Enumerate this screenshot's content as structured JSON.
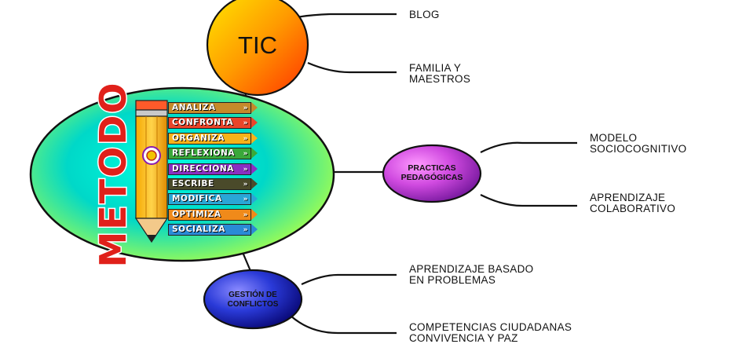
{
  "nodes": {
    "tic": "TIC",
    "practicas": [
      "PRACTICAS",
      "PEDAGÓGICAS"
    ],
    "gestion": [
      "GESTIÓN DE",
      "CONFLICTOS"
    ]
  },
  "labels": {
    "blog": "BLOG",
    "familia": [
      "FAMILIA Y",
      "MAESTROS"
    ],
    "modelo": [
      "MODELO",
      "SOCIOCOGNITIVO"
    ],
    "colaborativo": [
      "APRENDIZAJE",
      "COLABORATIVO"
    ],
    "problemas": [
      "APRENDIZAJE BASADO",
      "EN PROBLEMAS"
    ],
    "competencias": [
      "COMPETENCIAS CIUDADANAS",
      "CONVIVENCIA Y PAZ"
    ]
  },
  "central": {
    "vertical_title": "METODO",
    "steps": [
      "ANALIZA",
      "CONFRONTA",
      "ORGANIZA",
      "REFLEXIONA",
      "DIRECCIONA",
      "ESCRIBE",
      "MODIFICA",
      "OPTIMIZA",
      "SOCIALIZA"
    ],
    "step_colors": [
      "#c58a2a",
      "#e8452a",
      "#f7b21a",
      "#3aa83a",
      "#8a2fc2",
      "#4a4a2a",
      "#2aa6d6",
      "#f08a1a",
      "#2a8ad6"
    ]
  },
  "colors": {
    "center_circle": "#00d8c8",
    "center_circle_edge": "#a9ff4a",
    "tic_node": "#ff7a00",
    "practicas_node": "#c639d8",
    "gestion_node": "#2a3ad8"
  }
}
